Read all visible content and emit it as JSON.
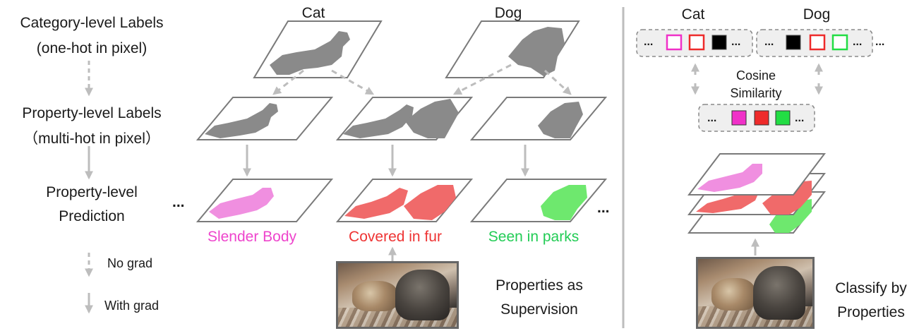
{
  "left_labels": {
    "category_line1": "Category-level Labels",
    "category_line2": "(one-hot in pixel)",
    "property_line1": "Property-level Labels",
    "property_line2": "（multi-hot in pixel）",
    "prediction_line1": "Property-level",
    "prediction_line2": "Prediction"
  },
  "legend": {
    "no_grad": "No grad",
    "with_grad": "With grad"
  },
  "top_classes": {
    "cat": "Cat",
    "dog": "Dog"
  },
  "properties": [
    {
      "label": "Slender Body",
      "color": "#ee44cc"
    },
    {
      "label": "Covered in fur",
      "color": "#ee3333"
    },
    {
      "label": "Seen in parks",
      "color": "#22cc55"
    }
  ],
  "ellipsis": "...",
  "supervision_caption": {
    "line1": "Properties as",
    "line2": "Supervision"
  },
  "right_panel": {
    "cat": "Cat",
    "dog": "Dog",
    "cosine_line1": "Cosine",
    "cosine_line2": "Similarity",
    "classify_line1": "Classify by",
    "classify_line2": "Properties"
  },
  "colors": {
    "mask_gray": "#8a8a8a",
    "arrow_gray": "#bdbdbd",
    "pink": "#f08fe0",
    "red": "#f06a6a",
    "green": "#6ee86e",
    "magenta_box": "#f030c8",
    "red_box": "#ee2a2a",
    "green_box": "#22dd44"
  }
}
